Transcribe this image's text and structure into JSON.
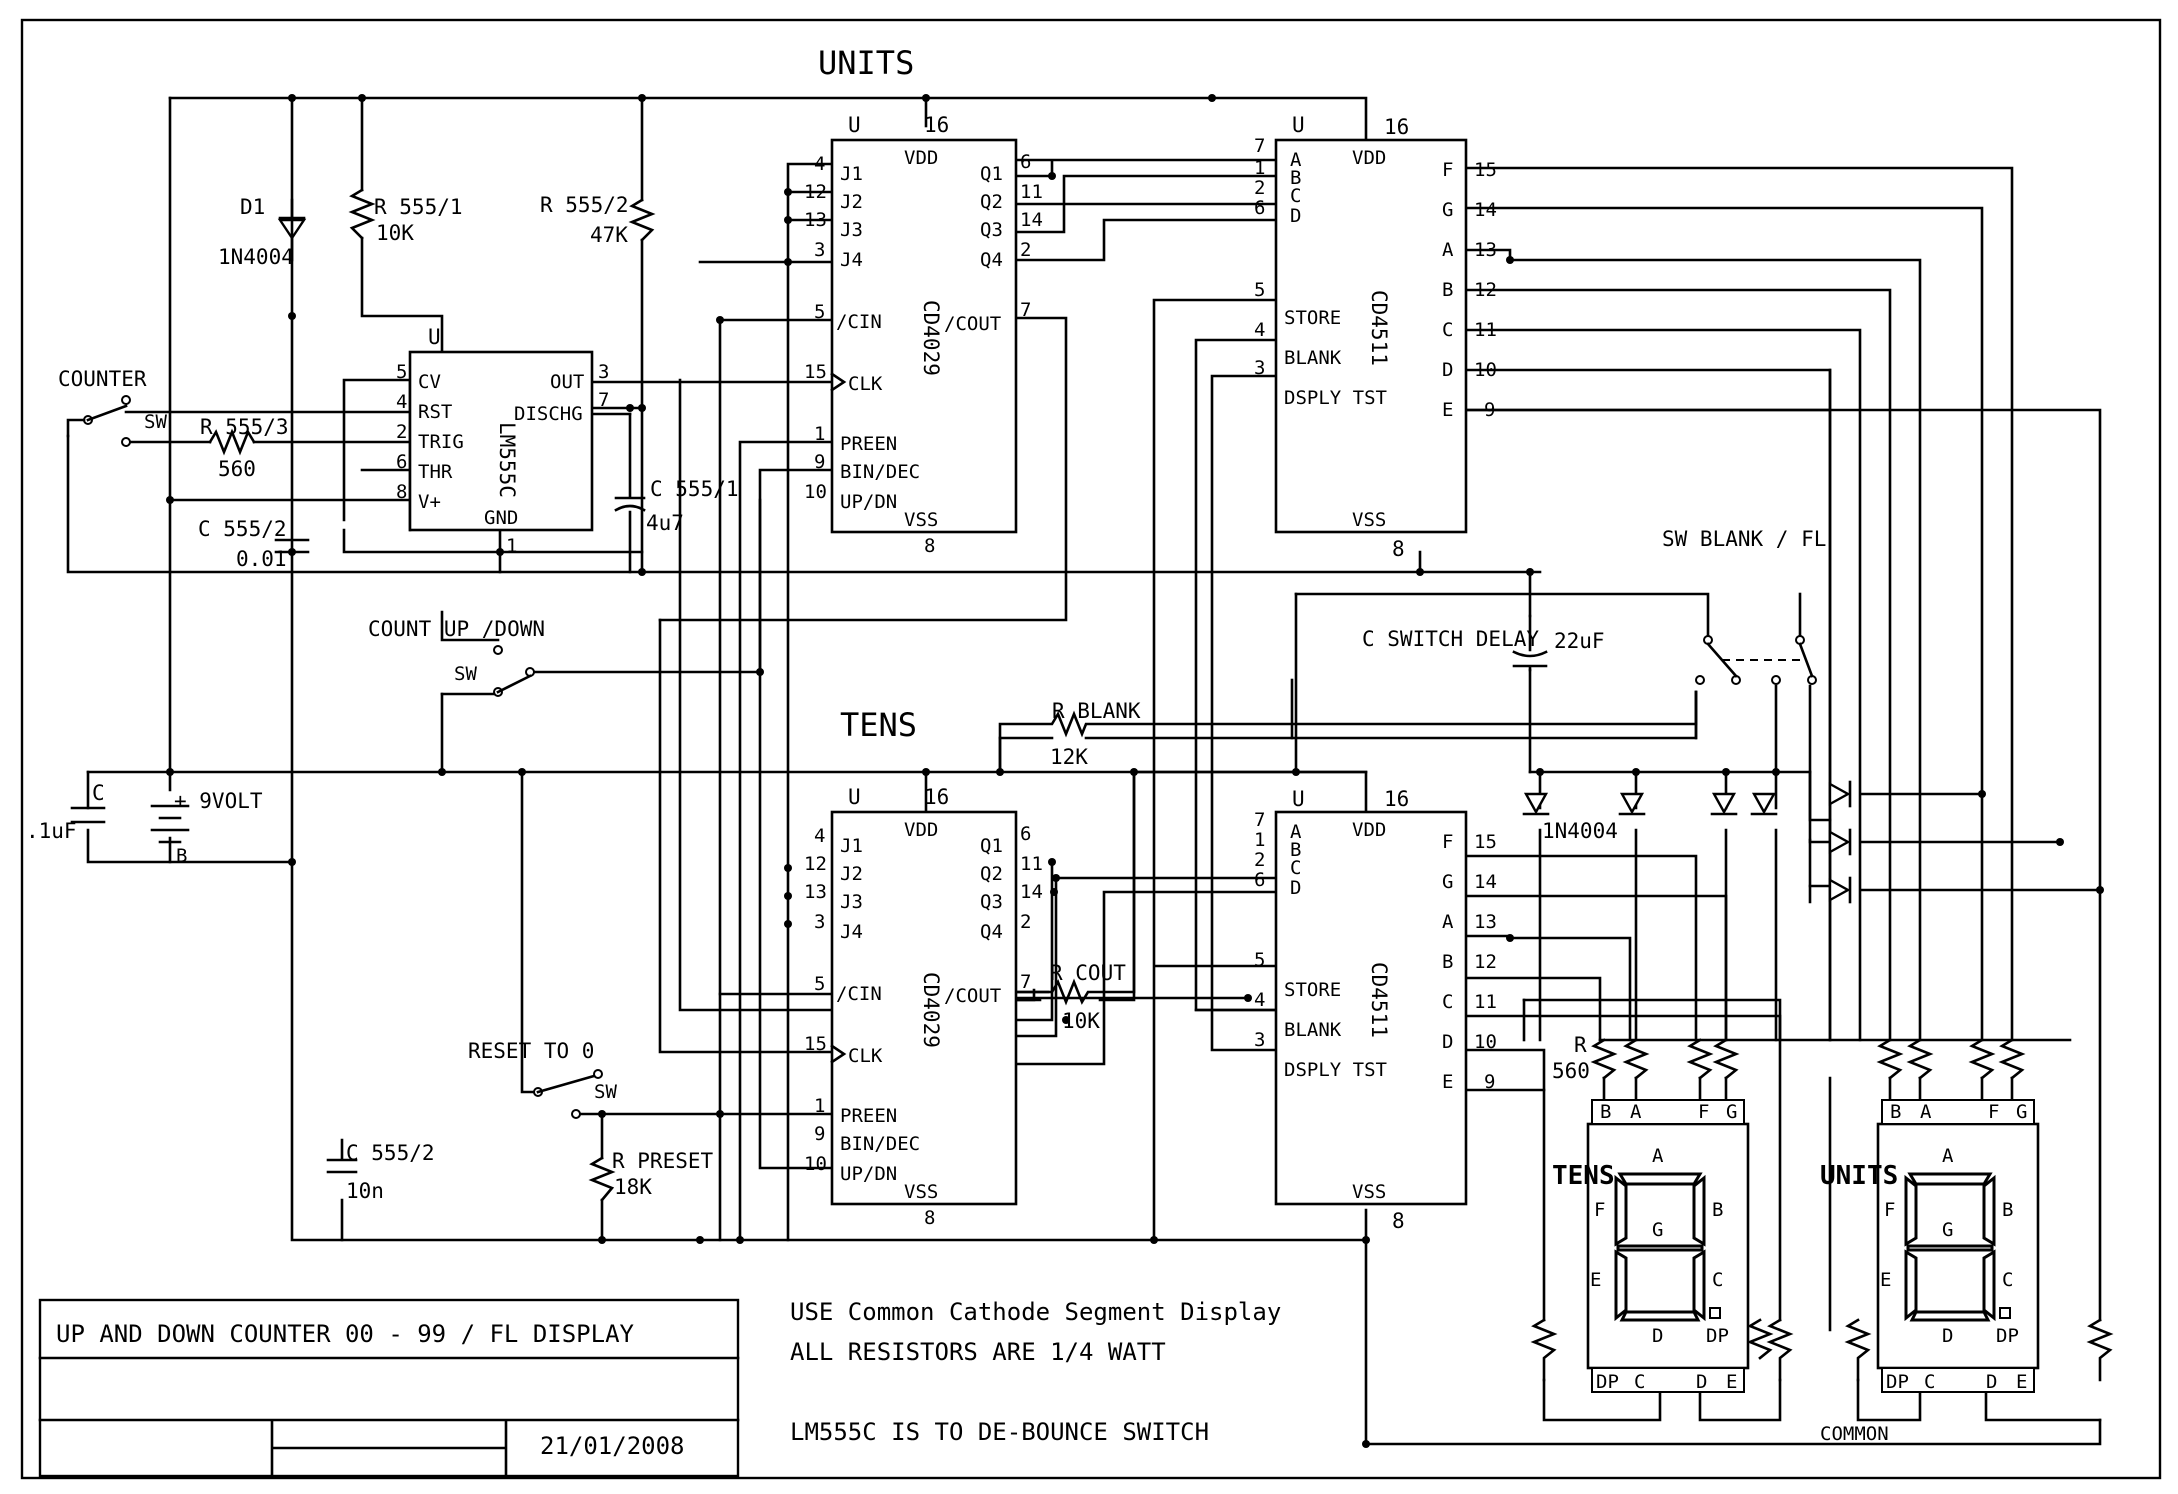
{
  "headings": {
    "units": "UNITS",
    "tens": "TENS"
  },
  "title_block": {
    "title": "UP AND DOWN COUNTER 00 - 99 /  FL DISPLAY",
    "date": "21/01/2008"
  },
  "notes": [
    "USE Common Cathode Segment Display",
    "ALL RESISTORS ARE 1/4 WATT",
    "LM555C IS TO DE-BOUNCE SWITCH"
  ],
  "components": {
    "d1": {
      "ref": "D1",
      "part": "1N4004"
    },
    "r5551": {
      "ref": "R 555/1",
      "value": "10K"
    },
    "r5552": {
      "ref": "R 555/2",
      "value": "47K"
    },
    "r5553": {
      "ref": "R 555/3",
      "value": "560"
    },
    "c5551": {
      "ref": "C 555/1",
      "value": "4u7"
    },
    "c5552a": {
      "ref": "C 555/2",
      "value": "0.01"
    },
    "c5552b": {
      "ref": "C 555/2",
      "value": "10n"
    },
    "c_batt": {
      "ref": "C",
      "value": ".1uF",
      "pin": "B"
    },
    "battery": {
      "ref": "+ 9VOLT"
    },
    "r_blank": {
      "ref": "R BLANK",
      "value": "12K"
    },
    "r_cout": {
      "ref": "R COUT",
      "value": "10K"
    },
    "r_preset": {
      "ref": "R PRESET",
      "value": "18K"
    },
    "r_seg": {
      "ref": "R",
      "value": "560"
    },
    "c_switch": {
      "ref": "C SWITCH DELAY",
      "value": "22uF"
    },
    "diode_part": "1N4004"
  },
  "switches": {
    "counter": "COUNTER",
    "count_updown": "COUNT UP /DOWN",
    "reset": "RESET TO 0",
    "blank": "SW BLANK / FL",
    "sw": "SW"
  },
  "ic555": {
    "u": "U",
    "name": "LM555C",
    "pins": {
      "cv": "CV",
      "rst": "RST",
      "trig": "TRIG",
      "thr": "THR",
      "vplus": "V+",
      "out": "OUT",
      "dischg": "DISCHG",
      "gnd": "GND"
    },
    "pin_numbers": {
      "cv": "5",
      "rst": "4",
      "trig": "2",
      "thr": "6",
      "vplus": "8",
      "out": "3",
      "dischg": "7",
      "gnd": "1"
    }
  },
  "cd4029": {
    "u": "U",
    "name": "CD4029",
    "vdd": "VDD",
    "vss": "VSS",
    "vdd_pin": "16",
    "vss_pin": "8",
    "left_pins": [
      {
        "num": "4",
        "name": "J1"
      },
      {
        "num": "12",
        "name": "J2"
      },
      {
        "num": "13",
        "name": "J3"
      },
      {
        "num": "3",
        "name": "J4"
      },
      {
        "num": "5",
        "name": "/CIN"
      },
      {
        "num": "15",
        "name": "CLK"
      },
      {
        "num": "1",
        "name": "PREEN"
      },
      {
        "num": "9",
        "name": "BIN/DEC"
      },
      {
        "num": "10",
        "name": "UP/DN"
      }
    ],
    "right_pins": [
      {
        "num": "6",
        "name": "Q1"
      },
      {
        "num": "11",
        "name": "Q2"
      },
      {
        "num": "14",
        "name": "Q3"
      },
      {
        "num": "2",
        "name": "Q4"
      },
      {
        "num": "7",
        "name": "/COUT"
      }
    ]
  },
  "cd4511": {
    "u": "U",
    "name": "CD4511",
    "vdd": "VDD",
    "vss": "VSS",
    "vdd_pin": "16",
    "vss_pin": "8",
    "left_inputs": [
      {
        "num": "7",
        "name": "A"
      },
      {
        "num": "1",
        "name": "B"
      },
      {
        "num": "2",
        "name": "C"
      },
      {
        "num": "6",
        "name": "D"
      }
    ],
    "left_controls": [
      {
        "num": "5",
        "name": "STORE"
      },
      {
        "num": "4",
        "name": "BLANK"
      },
      {
        "num": "3",
        "name": "DSPLY TST"
      }
    ],
    "right_pins": [
      {
        "num": "15",
        "name": "F"
      },
      {
        "num": "14",
        "name": "G"
      },
      {
        "num": "13",
        "name": "A"
      },
      {
        "num": "12",
        "name": "B"
      },
      {
        "num": "11",
        "name": "C"
      },
      {
        "num": "10",
        "name": "D"
      },
      {
        "num": "9",
        "name": "E"
      }
    ]
  },
  "displays": {
    "tens": "TENS",
    "units": "UNITS",
    "top_pins": [
      "B",
      "A",
      "F",
      "G"
    ],
    "bottom_pins": [
      "DP",
      "C",
      "D",
      "E"
    ],
    "segments": {
      "a": "A",
      "b": "B",
      "c": "C",
      "d": "D",
      "e": "E",
      "f": "F",
      "g": "G",
      "dp": "DP"
    },
    "common": "COMMON"
  }
}
